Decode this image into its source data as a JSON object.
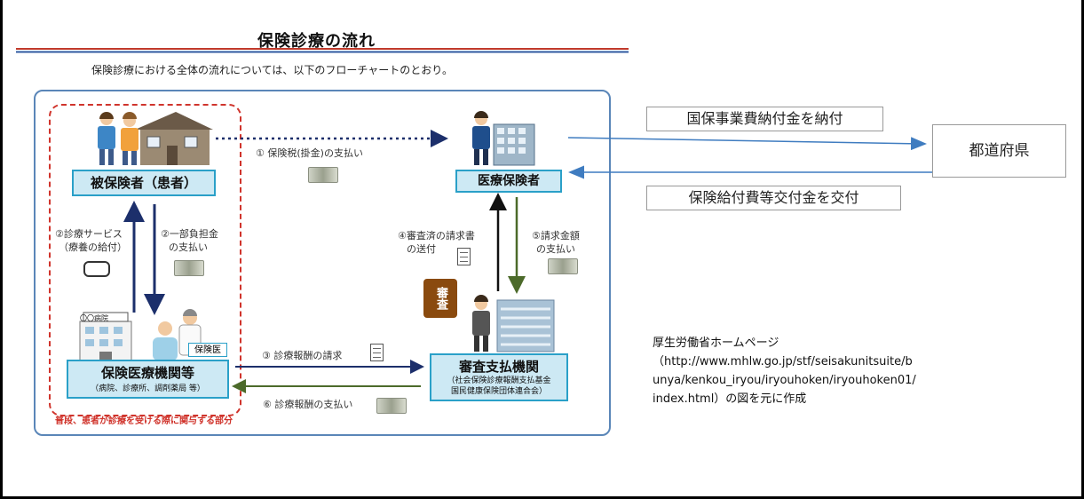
{
  "title": "保険診療の流れ",
  "subtitle": "保険診療における全体の流れについては、以下のフローチャートのとおり。",
  "nodes": {
    "insured": "被保険者（患者）",
    "insurer": "医療保険者",
    "medical_institution": "保険医療機関等",
    "medical_institution_sub": "（病院、診療所、調剤薬局 等）",
    "review_org": "審査支払機関",
    "review_org_sub1": "（社会保険診療報酬支払基金",
    "review_org_sub2": "国民健康保険団体連合会）",
    "insurance_doctor": "保険医",
    "review_badge": "審査",
    "hospital_sign": "〇〇病院",
    "prefecture": "都道府県"
  },
  "flows": {
    "f1": "① 保険税(掛金)の支払い",
    "f2a_1": "②診療サービス",
    "f2a_2": "（療養の給付）",
    "f2b_1": "②一部負担金",
    "f2b_2": "の支払い",
    "f3": "③ 診療報酬の請求",
    "f4_1": "④審査済の請求書",
    "f4_2": "の送付",
    "f5_1": "⑤請求金額",
    "f5_2": "の支払い",
    "f6": "⑥ 診療報酬の支払い"
  },
  "dashed_note": "普段、患者が診療を受ける際に関与する部分",
  "right": {
    "pay_label": "国保事業費納付金を納付",
    "grant_label": "保険給付費等交付金を交付"
  },
  "source": {
    "line1": "厚生労働省ホームページ",
    "line2": "（http://www.mhlw.go.jp/stf/seisakunitsuite/bunya/kenkou_iryou/iryouhoken/iryouhoken01/index.html）の図を元に作成"
  },
  "colors": {
    "box_fill": "#cde9f4",
    "box_border": "#2aa0c8",
    "arrow_navy": "#1c2f6b",
    "arrow_green": "#4c6a2a",
    "arrow_blue": "#3f7cc0",
    "dashed_red": "#d0342c"
  }
}
